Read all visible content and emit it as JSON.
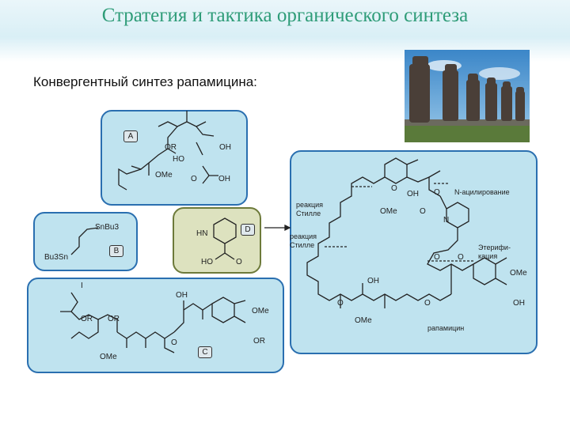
{
  "slide": {
    "title": "Стратегия и тактика органического синтеза",
    "subtitle": "Конвергентный синтез рапамицина:"
  },
  "fragment_a": {
    "tag": "A",
    "labels": [
      "OR",
      "OH",
      "HO",
      "OMe",
      "O",
      "OH"
    ]
  },
  "fragment_b": {
    "tag": "B",
    "labels": [
      "SnBu3",
      "Bu3Sn"
    ]
  },
  "fragment_d": {
    "tag": "D",
    "labels": [
      "HN",
      "HO",
      "O"
    ]
  },
  "fragment_c": {
    "tag": "C",
    "labels": [
      "I",
      "OR",
      "OR",
      "OH",
      "OMe",
      "OMe",
      "O",
      "OR"
    ]
  },
  "rapamycin": {
    "annotations": {
      "stille_1": "реакция\nСтилле",
      "stille_2": "реакция\nСтилле",
      "n_acylation": "N-ацилирование",
      "esterification": "Этерифи-\nкация",
      "name": "рапамицин"
    },
    "labels": [
      "O",
      "OH",
      "O",
      "OMe",
      "O",
      "N",
      "O",
      "O",
      "OH",
      "OMe",
      "O",
      "O",
      "OMe",
      "OH"
    ]
  },
  "photo": {
    "icon": "moai-statues-photo"
  }
}
